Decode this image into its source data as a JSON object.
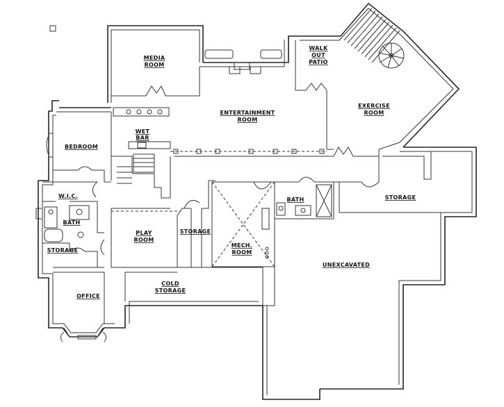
{
  "rooms": {
    "media": [
      "MEDIA",
      "ROOM"
    ],
    "walkout": [
      "WALK",
      "OUT",
      "PATIO"
    ],
    "entertainment": [
      "ENTERTAINMENT",
      "ROOM"
    ],
    "exercise": [
      "EXERCISE",
      "ROOM"
    ],
    "wetbar": [
      "WET",
      "BAR"
    ],
    "bedroom": "BEDROOM",
    "wic": "W.I.C.",
    "bath_left": "BATH",
    "storage_left": "STORAGE",
    "play": [
      "PLAY",
      "ROOM"
    ],
    "storage_mid": "STORAGE",
    "mech": [
      "MECH.",
      "ROOM"
    ],
    "bath_right": "BATH",
    "storage_right": "STORAGE",
    "unexcavated": "UNEXCAVATED",
    "cold": [
      "COLD",
      "STORAGE"
    ],
    "office": "OFFICE"
  }
}
